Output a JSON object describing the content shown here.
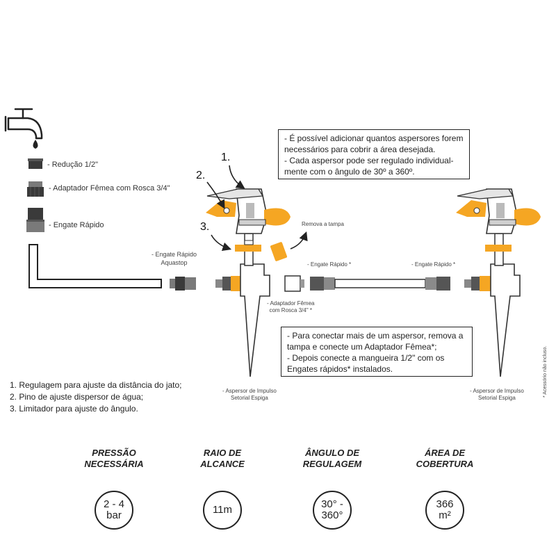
{
  "parts": {
    "reducao": "- Redução 1/2\"",
    "adaptador": "- Adaptador Fêmea com Rosca 3/4\"",
    "engate": "- Engate Rápido"
  },
  "callouts": {
    "n1": "1.",
    "n2": "2.",
    "n3": "3.",
    "remova": "Remova a tampa",
    "engate_aquastop_1": "- Engate Rápido",
    "engate_aquastop_2": "Aquastop",
    "engate_star_left": "- Engate Rápido *",
    "engate_star_right": "- Engate Rápido *",
    "adaptador_femea_1": "- Adaptador Fêmea",
    "adaptador_femea_2": "com Rosca 3/4\" *",
    "aspersor_left_1": "- Aspersor de Impulso",
    "aspersor_left_2": "Setorial Espiga",
    "aspersor_right_1": "- Aspersor de Impulso",
    "aspersor_right_2": "Setorial Espiga",
    "acessorio": "* Acessório não incluso."
  },
  "notes": {
    "top": [
      "- É possível adicionar quantos aspersores forem",
      "necessários para cobrir a área desejada.",
      "- Cada aspersor pode ser regulado individual-",
      "mente com o ângulo de 30º a 360º."
    ],
    "bottom": [
      "- Para conectar mais de um aspersor, remova a",
      "tampa e conecte um Adaptador Fêmea*;",
      "- Depois conecte a mangueira 1/2\" com os",
      "Engates rápidos* instalados."
    ]
  },
  "legend": [
    "1. Regulagem para ajuste da distância do jato;",
    "2. Pino de ajuste dispersor de água;",
    "3. Limitador para ajuste do ângulo."
  ],
  "specs": [
    {
      "title_1": "PRESSÃO",
      "title_2": "NECESSÁRIA",
      "value_1": "2 - 4",
      "value_2": "bar"
    },
    {
      "title_1": "RAIO DE",
      "title_2": "ALCANCE",
      "value_1": "11m",
      "value_2": ""
    },
    {
      "title_1": "ÂNGULO DE",
      "title_2": "REGULAGEM",
      "value_1": "30° -",
      "value_2": "360°"
    },
    {
      "title_1": "ÁREA DE",
      "title_2": "COBERTURA",
      "value_1": "366",
      "value_2": "m²"
    }
  ],
  "colors": {
    "orange": "#F5A623",
    "dark": "#2b2b2b",
    "grey": "#8a8a8a",
    "light": "#d9d9d9"
  }
}
